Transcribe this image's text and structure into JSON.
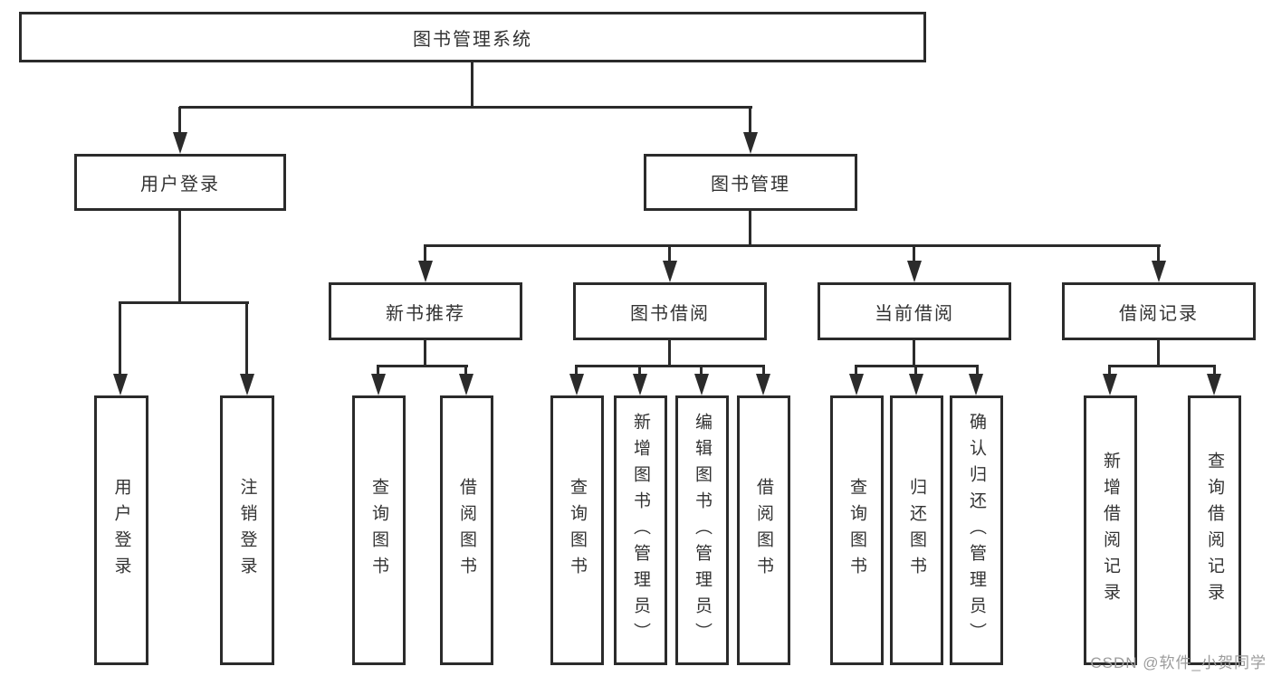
{
  "tree": {
    "root": {
      "label": "图书管理系统"
    },
    "branches": [
      {
        "label": "用户登录",
        "children": [
          {
            "label": "用户登录"
          },
          {
            "label": "注销登录"
          }
        ]
      },
      {
        "label": "图书管理",
        "sections": [
          {
            "label": "新书推荐",
            "children": [
              {
                "label": "查询图书"
              },
              {
                "label": "借阅图书"
              }
            ]
          },
          {
            "label": "图书借阅",
            "children": [
              {
                "label": "查询图书"
              },
              {
                "label": "新增图书（管理员）"
              },
              {
                "label": "编辑图书（管理员）"
              },
              {
                "label": "借阅图书"
              }
            ]
          },
          {
            "label": "当前借阅",
            "children": [
              {
                "label": "查询图书"
              },
              {
                "label": "归还图书"
              },
              {
                "label": "确认归还（管理员）"
              }
            ]
          },
          {
            "label": "借阅记录",
            "children": [
              {
                "label": "新增借阅记录"
              },
              {
                "label": "查询借阅记录"
              }
            ]
          }
        ]
      }
    ]
  },
  "watermark": "CSDN @软件_小贺同学",
  "colors": {
    "line": "#2b2b2b",
    "text": "#333333",
    "background": "#ffffff",
    "watermark": "#9c9c9c"
  }
}
